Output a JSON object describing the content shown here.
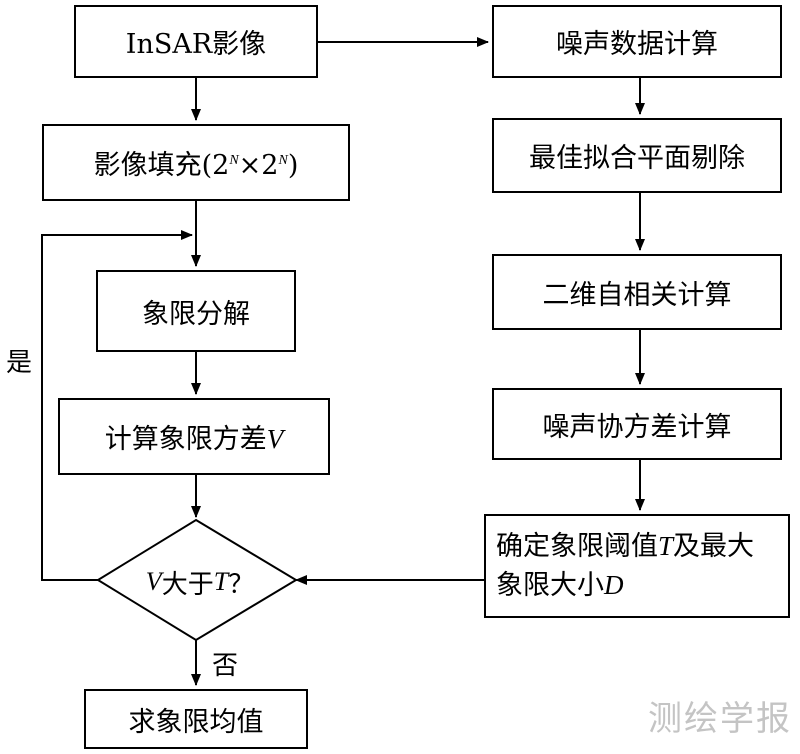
{
  "left_flow": {
    "insar": "InSAR影像",
    "fill_prefix": "影像填充(2",
    "fill_exp1": "N",
    "fill_times": "×2",
    "fill_exp2": "N",
    "fill_suffix": ")",
    "quadrant_decomp": "象限分解",
    "variance_prefix": "计算象限方差",
    "variance_var": "V",
    "decision_var1": "V",
    "decision_mid": "大于",
    "decision_var2": "T",
    "decision_q": "？",
    "mean": "求象限均值",
    "yes_label": "是",
    "no_label": "否"
  },
  "right_flow": {
    "noise_data": "噪声数据计算",
    "plane_removal": "最佳拟合平面剔除",
    "autocorr": "二维自相关计算",
    "noise_cov": "噪声协方差计算",
    "threshold_line1_prefix": "确定象限阈值",
    "threshold_var_t": "T",
    "threshold_line1_suffix": "及最大",
    "threshold_line2_prefix": "象限大小",
    "threshold_var_d": "D"
  },
  "watermark": "测绘学报"
}
